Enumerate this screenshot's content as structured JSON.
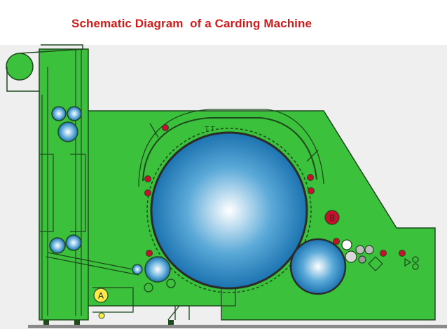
{
  "title": "Schematic Diagram  of a Carding Machine",
  "labels": {
    "a": "A",
    "b": "B"
  },
  "colors": {
    "title": "#d21a1a",
    "machine_body": "#3cc13c",
    "outline": "#1e4a1e",
    "cylinder": "#2a86bf",
    "point_red": "#c8102e",
    "label_a_fill": "#ffe84a",
    "label_b_fill": "#c8102e",
    "floor": "#8a8a8a"
  }
}
